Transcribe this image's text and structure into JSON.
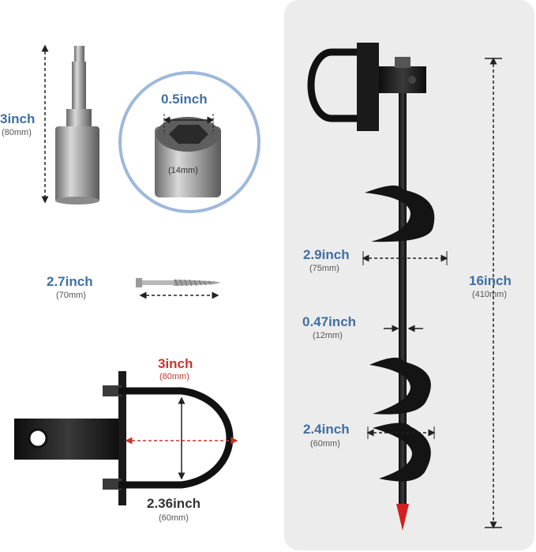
{
  "socket": {
    "height_label": "3inch",
    "height_metric": "(80mm)",
    "inner_label": "0.5inch",
    "inner_metric": "(14mm)"
  },
  "screw": {
    "length_label": "2.7inch",
    "length_metric": "(70mm)"
  },
  "u_bolt": {
    "width_label": "3inch",
    "width_metric": "(80mm)",
    "height_label": "2.36inch",
    "height_metric": "(60mm)"
  },
  "auger": {
    "top_flight_label": "2.9inch",
    "top_flight_metric": "(75mm)",
    "shaft_label": "0.47inch",
    "shaft_metric": "(12mm)",
    "bottom_flight_label": "2.4inch",
    "bottom_flight_metric": "(60mm)",
    "length_label": "16inch",
    "length_metric": "(410mm)"
  },
  "colors": {
    "label_blue": "#3f6fa3",
    "highlight_red": "#c8362e",
    "circle_outline": "#9db8dc",
    "panel_gray": "#ececec"
  }
}
